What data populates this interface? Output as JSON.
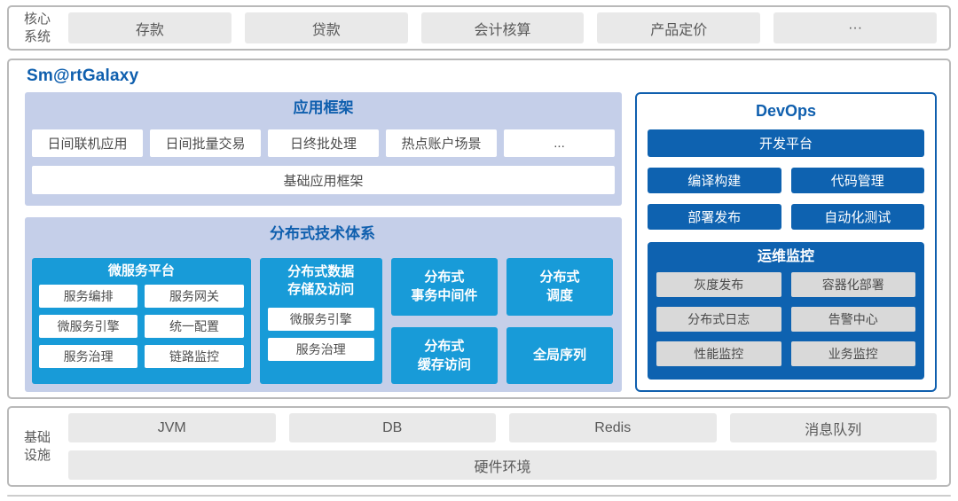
{
  "colors": {
    "accent_blue": "#0f5fae",
    "cyan": "#189bd8",
    "dark_blue": "#0e62b0",
    "periwinkle_panel": "#c5cfe9",
    "panel_border": "#b9b9b9",
    "gray_box": "#e9e9e9",
    "gray_text": "#595959"
  },
  "core": {
    "label": "核心\n系统",
    "items": [
      "存款",
      "贷款",
      "会计核算",
      "产品定价",
      "···"
    ]
  },
  "galaxy": {
    "title": "Sm@rtGalaxy",
    "app": {
      "title": "应用框架",
      "items": [
        "日间联机应用",
        "日间批量交易",
        "日终批处理",
        "热点账户场景",
        "..."
      ],
      "base": "基础应用框架"
    },
    "dist": {
      "title": "分布式技术体系",
      "micro": {
        "title": "微服务平台",
        "items": [
          "服务编排",
          "服务网关",
          "微服务引擎",
          "统一配置",
          "服务治理",
          "链路监控"
        ]
      },
      "storage": {
        "title": "分布式数据\n存储及访问",
        "items": [
          "微服务引擎",
          "服务治理"
        ]
      },
      "tx": "分布式\n事务中间件",
      "cache": "分布式\n缓存访问",
      "sched": "分布式\n调度",
      "seq": "全局序列"
    },
    "devops": {
      "title": "DevOps",
      "platform": "开发平台",
      "tools": [
        "编译构建",
        "代码管理",
        "部署发布",
        "自动化测试"
      ],
      "ops": {
        "title": "运维监控",
        "items": [
          "灰度发布",
          "容器化部署",
          "分布式日志",
          "告警中心",
          "性能监控",
          "业务监控"
        ]
      }
    }
  },
  "infra": {
    "label": "基础\n设施",
    "items": [
      "JVM",
      "DB",
      "Redis",
      "消息队列"
    ],
    "base": "硬件环境"
  }
}
